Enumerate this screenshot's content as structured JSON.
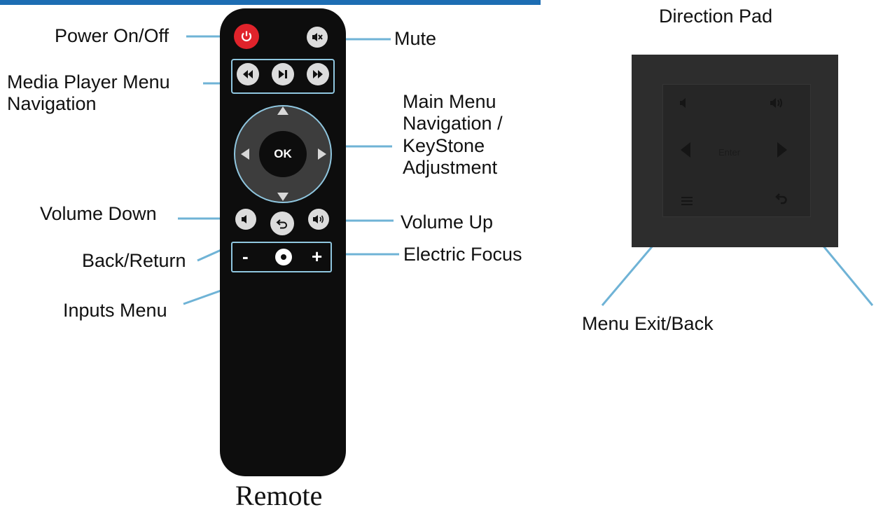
{
  "labels": {
    "power": "Power On/Off",
    "mute": "Mute",
    "media_player_line1": "Media Player Menu",
    "media_player_line2": "Navigation",
    "main_menu_line1": "Main Menu",
    "main_menu_line2": "Navigation /",
    "main_menu_line3": "KeyStone",
    "main_menu_line4": "Adjustment",
    "volume_down": "Volume Down",
    "volume_up": "Volume Up",
    "back_return": "Back/Return",
    "electric_focus": "Electric Focus",
    "inputs_menu": "Inputs Menu",
    "direction_pad": "Direction Pad",
    "menu_exit_back": "Menu Exit/Back"
  },
  "remote": {
    "caption": "Remote",
    "ok_label": "OK",
    "focus_minus": "-",
    "focus_plus": "+"
  },
  "direction_pad": {
    "enter_label": "Enter"
  },
  "icons": {
    "power": "power-icon",
    "mute": "mute-icon",
    "rewind": "rewind-icon",
    "play_pause": "play-pause-icon",
    "fast_forward": "fast-forward-icon",
    "volume_down": "volume-down-icon",
    "back": "return-arrow-icon",
    "volume_up": "volume-up-icon",
    "inputs": "input-source-icon",
    "menu": "menu-lines-icon"
  },
  "colors": {
    "accent_bar": "#1d6db3",
    "leader_lines": "#6fb3d6",
    "power_button": "#e0232b",
    "remote_body": "#0d0d0d",
    "panel": "#2d2d2d"
  }
}
